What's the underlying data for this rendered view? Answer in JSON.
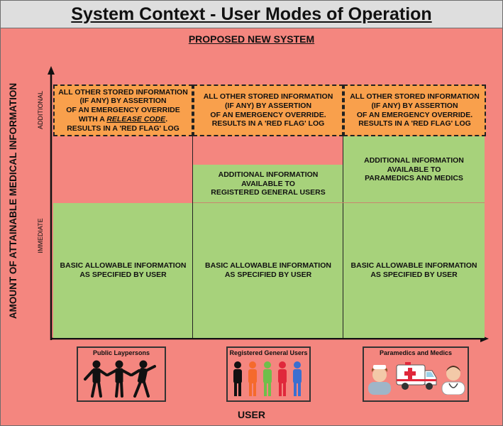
{
  "title": "System Context - User Modes of Operation",
  "subtitle": "PROPOSED NEW SYSTEM",
  "y_axis_label": "AMOUNT OF ATTAINABLE MEDICAL INFORMATION",
  "y_ticks": {
    "upper": "ADDITIONAL",
    "lower": "IMMEDIATE"
  },
  "x_axis_label": "USER",
  "columns": [
    {
      "override": "ALL OTHER STORED INFORMATION\n(IF ANY) BY ASSERTION\nOF AN EMERGENCY OVERRIDE\nWITH A",
      "override_code": "RELEASE CODE",
      "override_tail": ".\nRESULTS IN A 'RED FLAG' LOG",
      "additional": "",
      "basic": "BASIC ALLOWABLE INFORMATION\nAS SPECIFIED BY USER",
      "user_group": "Public Laypersons"
    },
    {
      "override": "ALL OTHER STORED INFORMATION\n(IF ANY) BY ASSERTION\nOF AN EMERGENCY OVERRIDE.\nRESULTS IN A 'RED FLAG' LOG",
      "additional": "ADDITIONAL INFORMATION\nAVAILABLE TO\nREGISTERED GENERAL USERS",
      "basic": "BASIC ALLOWABLE INFORMATION\nAS SPECIFIED BY USER",
      "user_group": "Registered General Users"
    },
    {
      "override": "ALL OTHER STORED INFORMATION\n(IF ANY) BY ASSERTION\nOF AN EMERGENCY OVERRIDE.\nRESULTS IN A 'RED FLAG' LOG",
      "additional": "ADDITIONAL INFORMATION\nAVAILABLE TO\nPARAMEDICS AND MEDICS",
      "basic": "BASIC ALLOWABLE INFORMATION\nAS SPECIFIED BY USER",
      "user_group": "Paramedics and Medics"
    }
  ],
  "colors": {
    "background": "#f4867f",
    "green": "#a7d27b",
    "orange": "#f9a04c",
    "title_bar": "#dedede"
  },
  "icons": [
    "laypersons-group-icon",
    "registered-users-group-icon",
    "paramedic-icon",
    "ambulance-icon",
    "medic-icon"
  ]
}
